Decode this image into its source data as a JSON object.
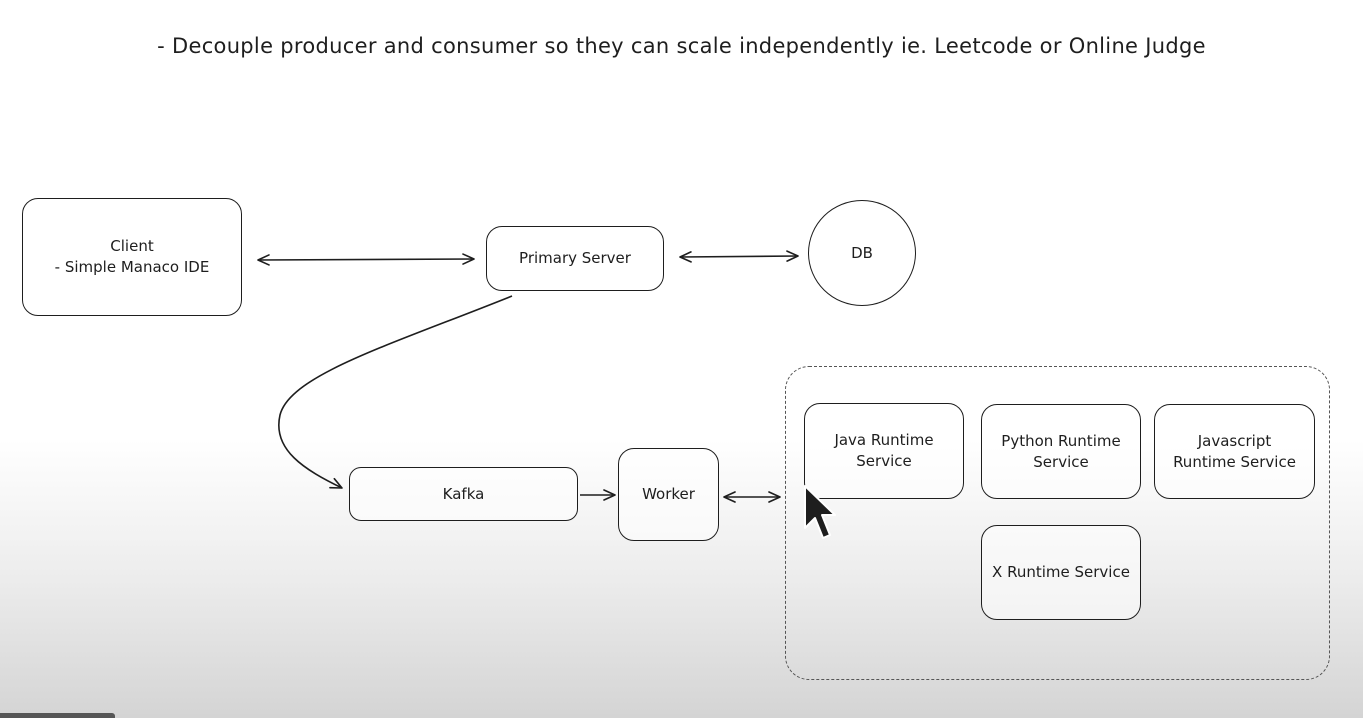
{
  "headline": "- Decouple producer and consumer so they can scale independently ie. Leetcode or Online Judge",
  "nodes": {
    "client": {
      "line1": "Client",
      "line2": "- Simple Manaco IDE"
    },
    "primary_server": {
      "label": "Primary Server"
    },
    "db": {
      "label": "DB"
    },
    "kafka": {
      "label": "Kafka"
    },
    "worker": {
      "label": "Worker"
    },
    "java_runtime": {
      "line1": "Java Runtime",
      "line2": "Service"
    },
    "python_runtime": {
      "line1": "Python Runtime",
      "line2": "Service"
    },
    "javascript_runtime": {
      "line1": "Javascript",
      "line2": "Runtime Service"
    },
    "x_runtime": {
      "label": "X Runtime Service"
    }
  },
  "colors": {
    "stroke": "#1e1e1e",
    "group_border": "#555555",
    "background_top": "#ffffff",
    "background_bottom": "#d4d4d4"
  }
}
